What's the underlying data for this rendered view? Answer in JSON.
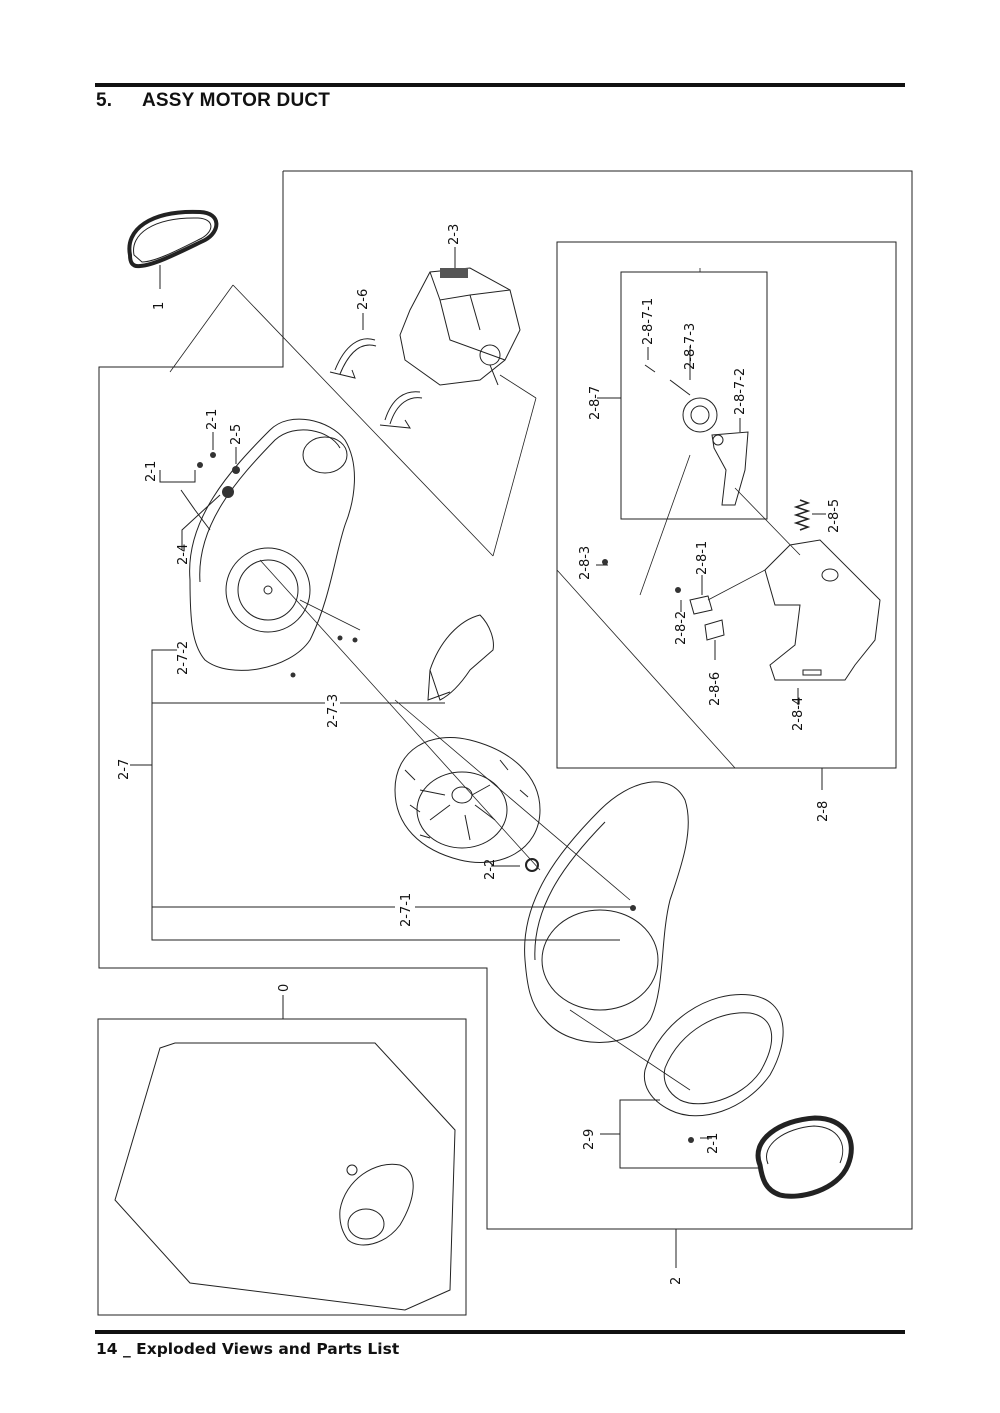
{
  "header": {
    "section_number": "5.",
    "section_title": "ASSY MOTOR DUCT"
  },
  "footer": {
    "text": "14 _ Exploded Views and Parts List"
  },
  "diagram": {
    "part_labels": [
      "1",
      "2-3",
      "2-6",
      "2-1",
      "2-5",
      "2-1",
      "2-4",
      "2-7-2",
      "2-7-3",
      "2-7",
      "2-2",
      "2-7-1",
      "2-8-7-1",
      "2-8-7-3",
      "2-8-7",
      "2-8-7-2",
      "2-8-5",
      "2-8-3",
      "2-8-1",
      "2-8-2",
      "2-8-6",
      "2-8-4",
      "2-8",
      "0",
      "2-9",
      "2-1",
      "2"
    ]
  }
}
